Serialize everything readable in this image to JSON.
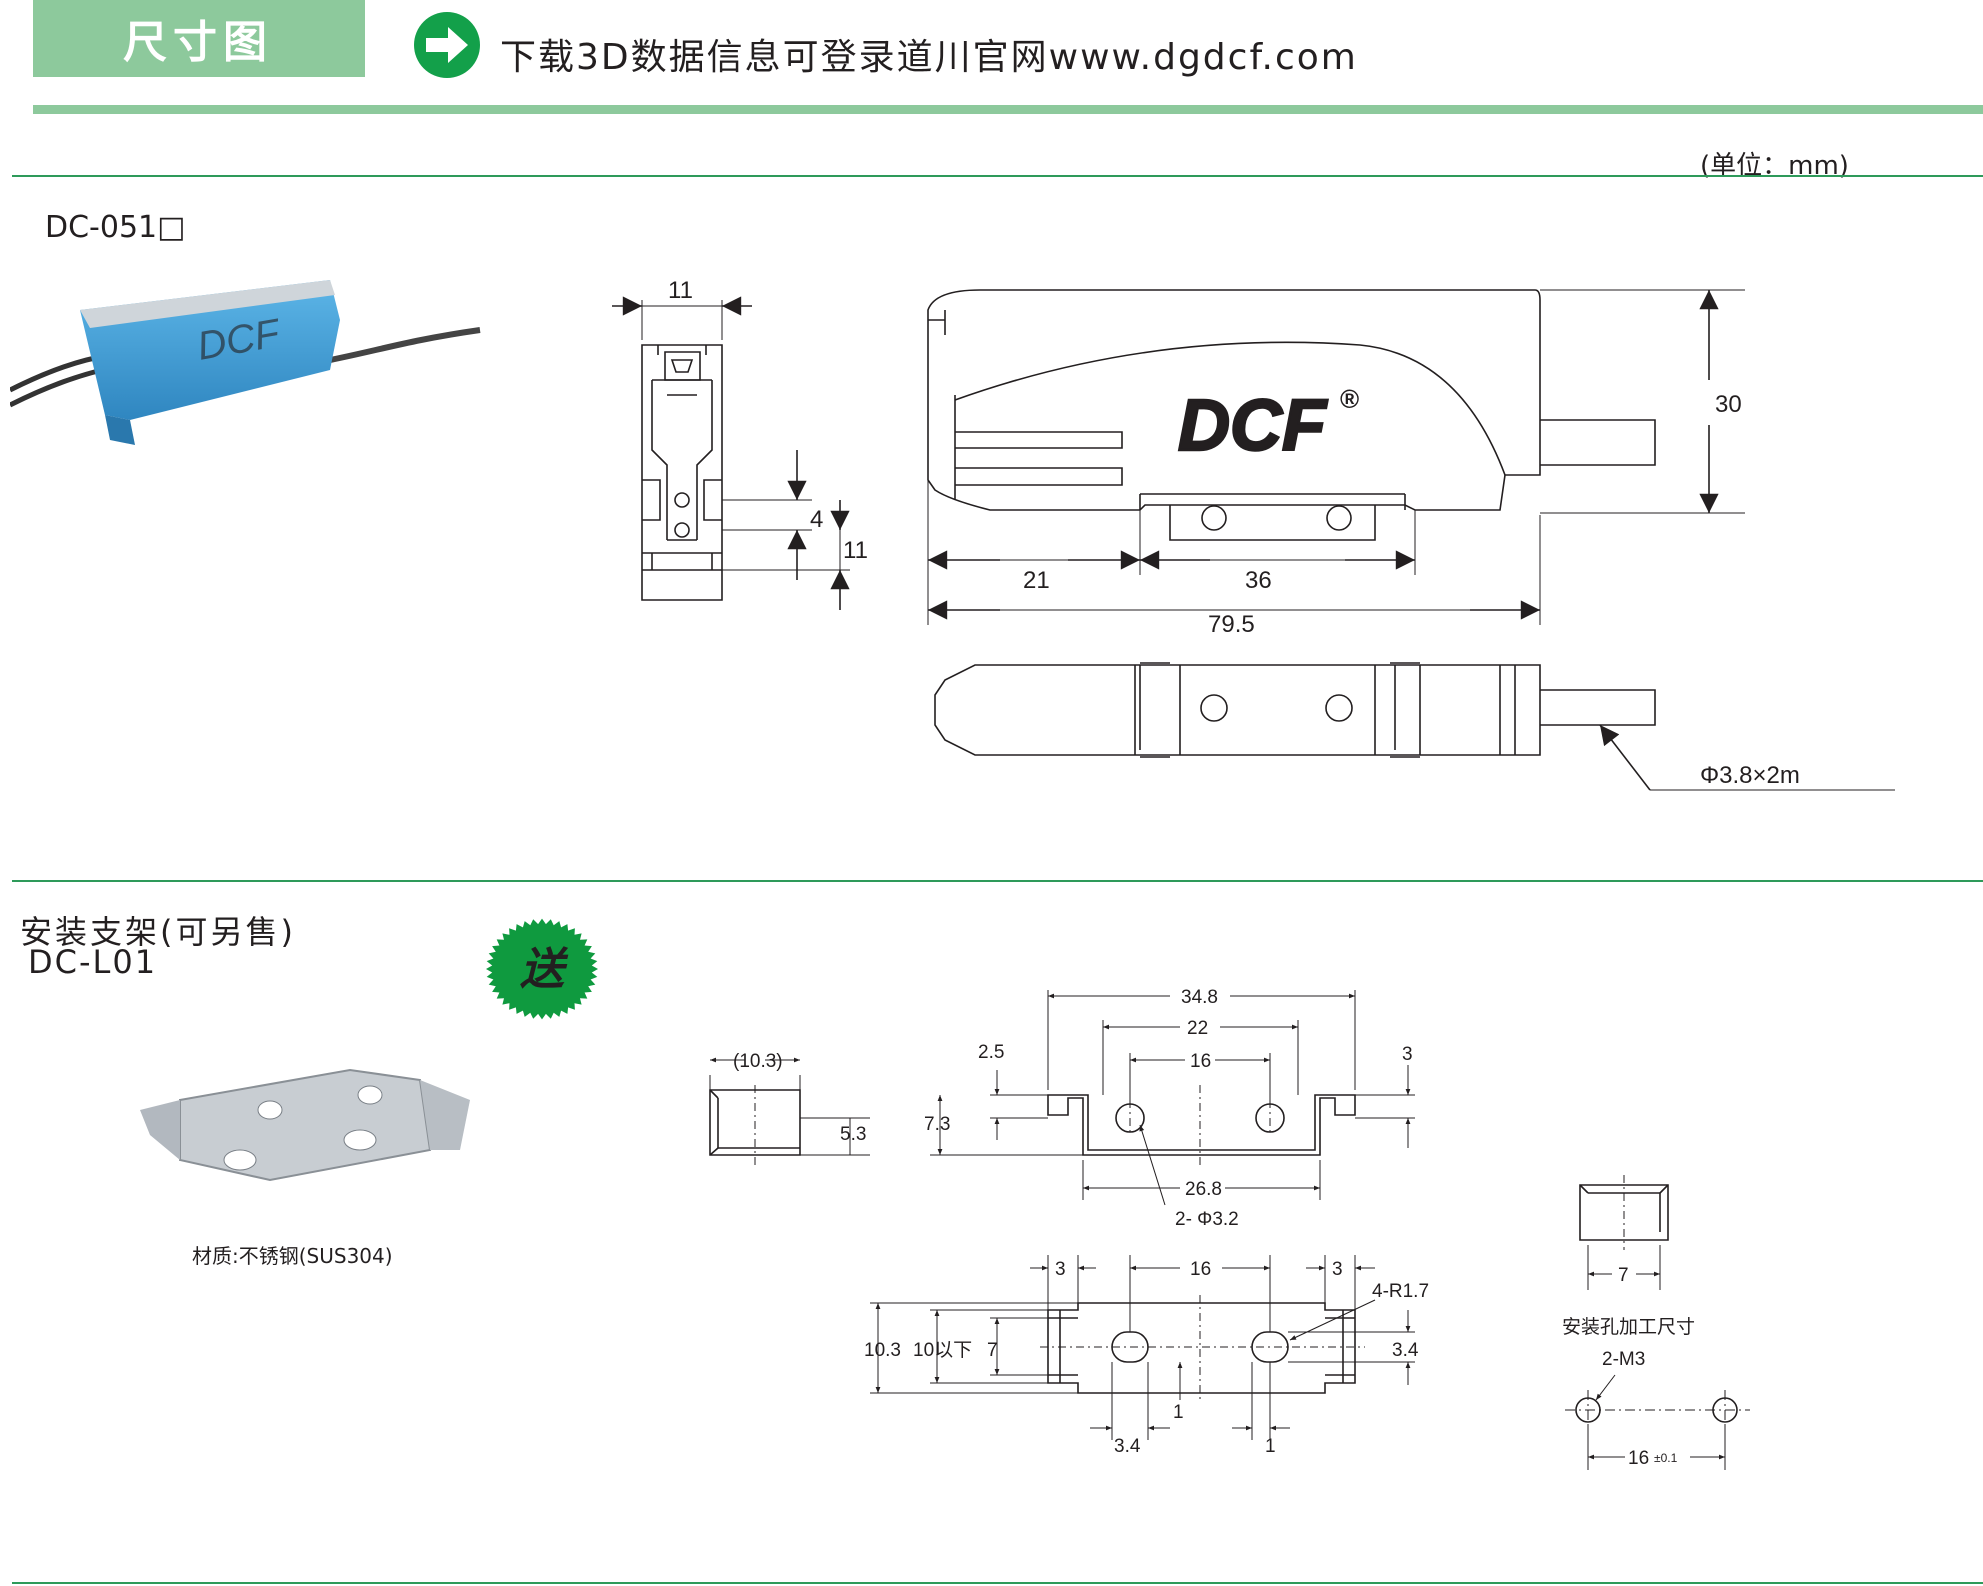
{
  "header": {
    "tab_title": "尺寸图",
    "download_text": "下载3D数据信息可登录道川官网www.dgdcf.com",
    "unit_label": "(单位：mm)"
  },
  "colors": {
    "accent_green": "#8dc99c",
    "rule_green": "#2e9a5a",
    "arrow_green": "#13a04a",
    "gift_green": "#0f9a3f",
    "gift_text": "#f3e23a",
    "sensor_blue": "#4aa3d9"
  },
  "icons": [
    "right-arrow-icon"
  ],
  "sensor_section": {
    "model": "DC-051□",
    "brand_logo": "DCF",
    "registered_mark": "®",
    "dims": {
      "front_width": "11",
      "hole_pitch": "4",
      "hole_height": "11",
      "height": "30",
      "left_offset": "21",
      "mount_width": "36",
      "length": "79.5",
      "cable": "Φ3.8×2m"
    }
  },
  "bracket_section": {
    "title": "安装支架(可另售)",
    "model": "DC-L01",
    "gift_badge": "送",
    "material": "材质:不锈钢(SUS304)",
    "dims": {
      "side_width": "(10.3)",
      "side_height": "5.3",
      "overall_width": "34.8",
      "inner_width": "22",
      "hole_pitch_top": "16",
      "lip_height": "2.5",
      "lip_right": "3",
      "total_height": "7.3",
      "base_width": "26.8",
      "hole_dia": "2- Φ3.2",
      "plan_left_tab": "3",
      "plan_hole_pitch": "16",
      "plan_right_tab": "3",
      "slot_radius": "4-R1.7",
      "plan_height_a": "10.3",
      "plan_height_b": "10以下",
      "plan_height_c": "7",
      "slot_height": "3.4",
      "slot_offset_a": "1",
      "slot_width": "3.4",
      "slot_offset_b": "1"
    },
    "mounting": {
      "clip_width": "7",
      "label": "安装孔加工尺寸",
      "thread": "2-M3",
      "pitch": "16",
      "tolerance": "±0.1"
    }
  }
}
